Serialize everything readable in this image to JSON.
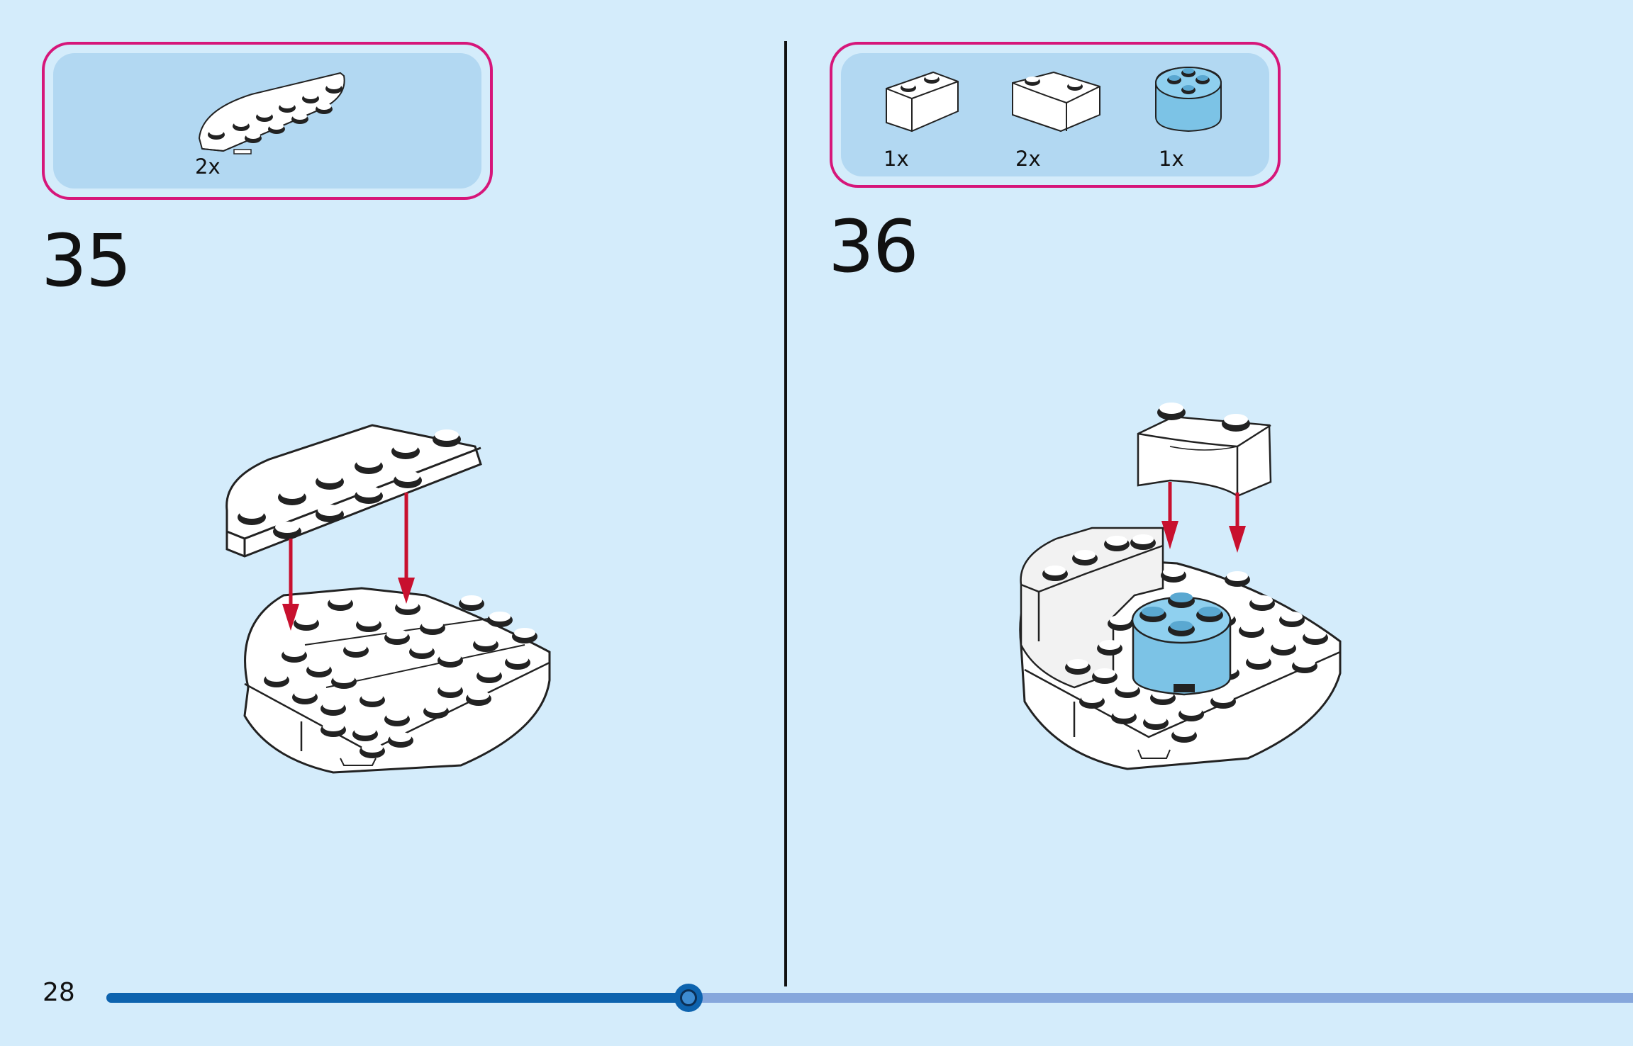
{
  "page": {
    "number": "28",
    "background": "#d4ecfb"
  },
  "steps": [
    {
      "number": "35",
      "parts": [
        {
          "quantity": "2x",
          "icon": "half-round-plate-icon",
          "color": "#ffffff"
        }
      ]
    },
    {
      "number": "36",
      "parts": [
        {
          "quantity": "1x",
          "icon": "brick-1x2-icon",
          "color": "#ffffff"
        },
        {
          "quantity": "2x",
          "icon": "curved-brick-icon",
          "color": "#ffffff"
        },
        {
          "quantity": "1x",
          "icon": "round-brick-2x2-icon",
          "color": "#7cc3e6"
        }
      ]
    }
  ],
  "colors": {
    "accent": "#d6167a",
    "arrow": "#c8102e",
    "progress": "#0d63ae",
    "progress_track": "#86a7dc"
  },
  "progress": {
    "fraction": 0.38
  }
}
